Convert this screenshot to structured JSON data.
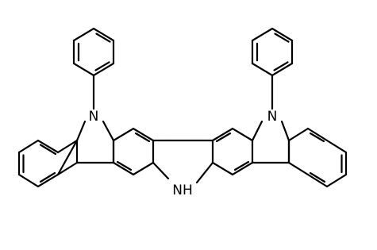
{
  "molecule": {
    "atoms": {
      "n_left": "N",
      "n_right": "N",
      "nh_center": "NH"
    }
  },
  "colors": {
    "background": "#ffffff",
    "bond": "#000000",
    "label": "#000000"
  }
}
